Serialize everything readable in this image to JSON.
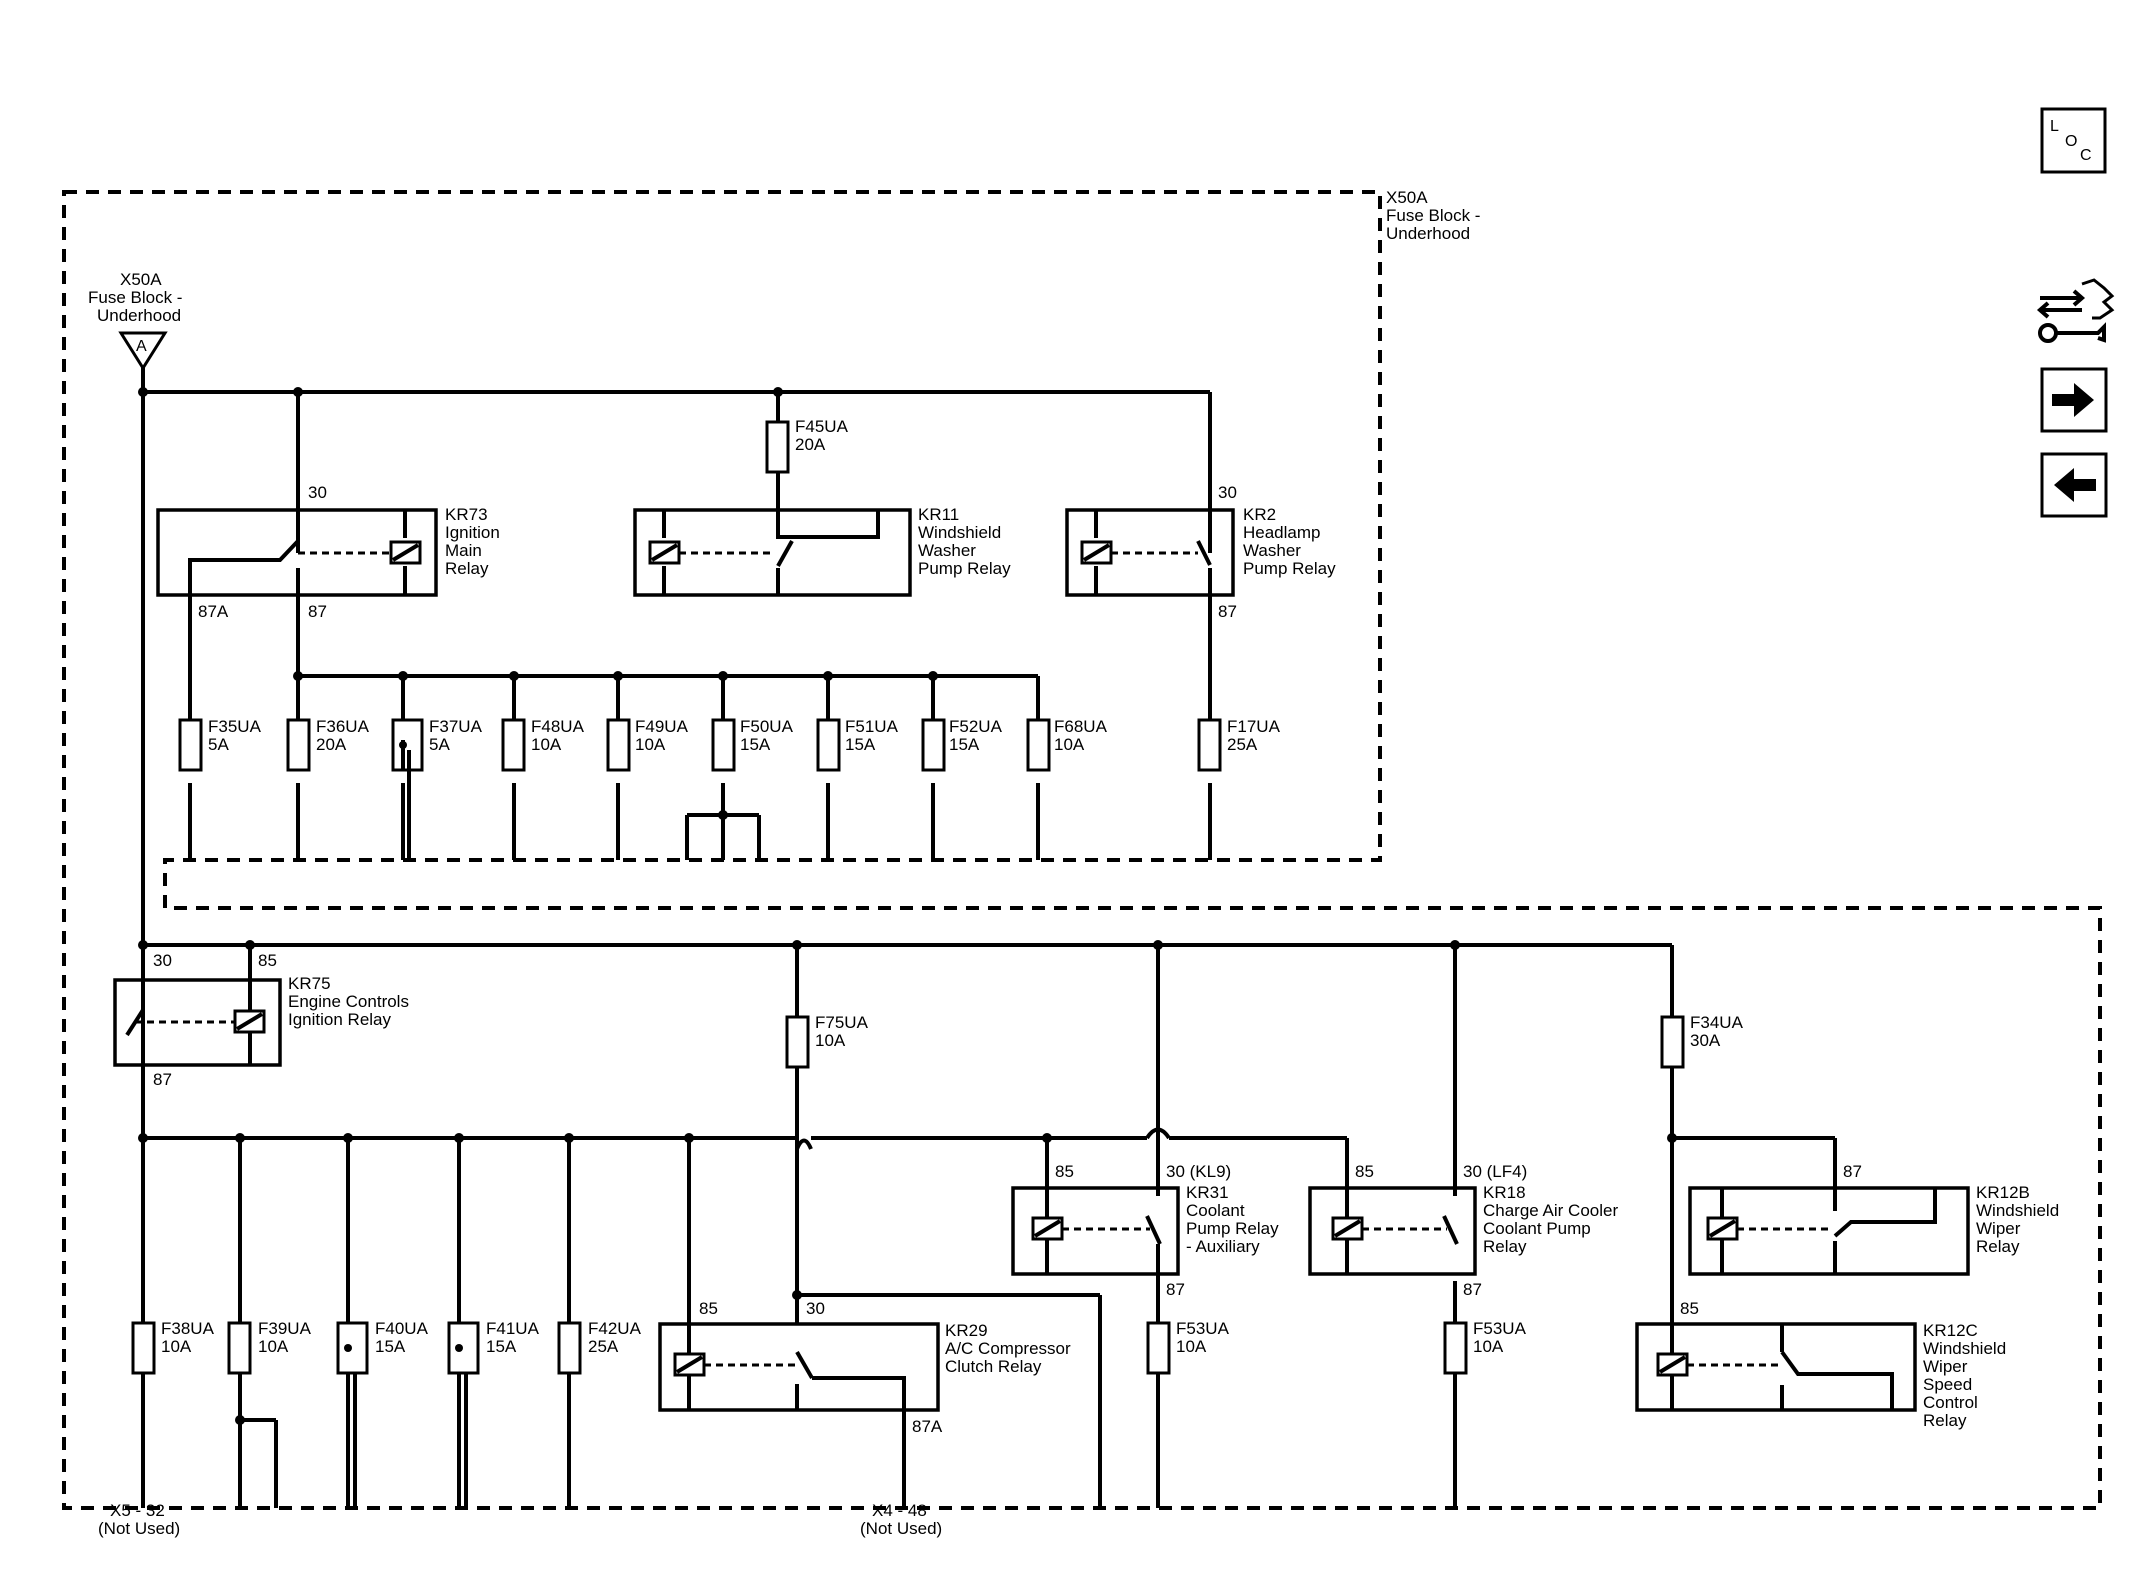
{
  "nav": {
    "loc_button": "LOC",
    "loc_letters": [
      "L",
      "O",
      "C"
    ]
  },
  "labels": {
    "x50a_ref": "X50A",
    "fuse_block_ref": "Fuse Block -",
    "underhood_ref": "Underhood",
    "connector_a": "A",
    "x50a_box": "X50A",
    "fuse_block_box": "Fuse Block -",
    "underhood_box": "Underhood",
    "x5_32": "X5 - 32",
    "x4_48": "X4 - 48",
    "not_used_1": "(Not Used)",
    "not_used_2": "(Not Used)"
  },
  "relays": {
    "kr73": [
      "KR73",
      "Ignition",
      "Main",
      "Relay"
    ],
    "kr11": [
      "KR11",
      "Windshield",
      "Washer",
      "Pump Relay"
    ],
    "kr2": [
      "KR2",
      "Headlamp",
      "Washer",
      "Pump Relay"
    ],
    "kr75": [
      "KR75",
      "Engine Controls",
      "Ignition Relay"
    ],
    "kr29": [
      "KR29",
      "A/C Compressor",
      "Clutch Relay"
    ],
    "kr31": [
      "KR31",
      "Coolant",
      "Pump Relay",
      "- Auxiliary"
    ],
    "kr18": [
      "KR18",
      "Charge Air Cooler",
      "Coolant Pump",
      "Relay"
    ],
    "kr12b": [
      "KR12B",
      "Windshield",
      "Wiper",
      "Relay"
    ],
    "kr12c": [
      "KR12C",
      "Windshield",
      "Wiper",
      "Speed",
      "Control",
      "Relay"
    ]
  },
  "pins": {
    "kr73_30": "30",
    "kr73_87a": "87A",
    "kr73_87": "87",
    "kr2_30": "30",
    "kr2_87": "87",
    "kr75_30": "30",
    "kr75_85": "85",
    "kr75_87": "87",
    "kr29_85": "85",
    "kr29_30": "30",
    "kr29_87a": "87A",
    "kr31_85": "85",
    "kr31_30": "30 (KL9)",
    "kr31_87": "87",
    "kr18_85": "85",
    "kr18_30": "30 (LF4)",
    "kr18_87": "87",
    "kr12b_87": "87",
    "kr12c_85": "85"
  },
  "fuses": {
    "f45": [
      "F45UA",
      "20A"
    ],
    "f35": [
      "F35UA",
      "5A"
    ],
    "f36": [
      "F36UA",
      "20A"
    ],
    "f37": [
      "F37UA",
      "5A"
    ],
    "f48": [
      "F48UA",
      "10A"
    ],
    "f49": [
      "F49UA",
      "10A"
    ],
    "f50": [
      "F50UA",
      "15A"
    ],
    "f51": [
      "F51UA",
      "15A"
    ],
    "f52": [
      "F52UA",
      "15A"
    ],
    "f68": [
      "F68UA",
      "10A"
    ],
    "f17": [
      "F17UA",
      "25A"
    ],
    "f75": [
      "F75UA",
      "10A"
    ],
    "f34": [
      "F34UA",
      "30A"
    ],
    "f38": [
      "F38UA",
      "10A"
    ],
    "f39": [
      "F39UA",
      "10A"
    ],
    "f40": [
      "F40UA",
      "15A"
    ],
    "f41": [
      "F41UA",
      "15A"
    ],
    "f42": [
      "F42UA",
      "25A"
    ],
    "f53a": [
      "F53UA",
      "10A"
    ],
    "f53b": [
      "F53UA",
      "10A"
    ]
  }
}
